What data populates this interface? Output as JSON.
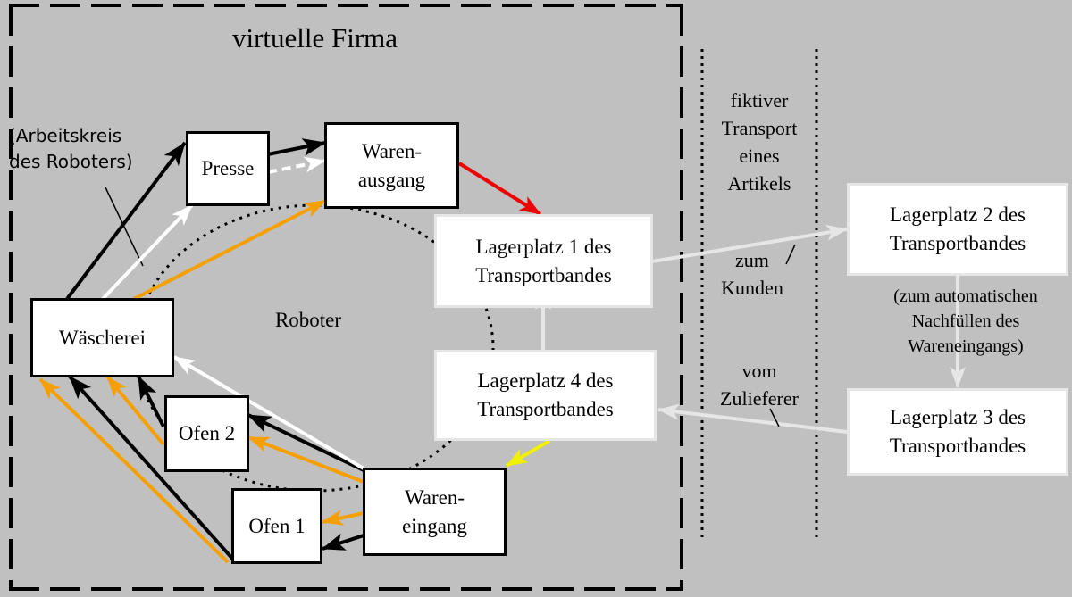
{
  "title": "virtuelle Firma",
  "robot_label": "Roboter",
  "work_circle_label": "(Arbeitskreis\ndes Roboters)",
  "nodes": {
    "presse": "Presse",
    "warenausgang": "Waren-\nausgang",
    "waescherei": "Wäscherei",
    "ofen2": "Ofen 2",
    "ofen1": "Ofen 1",
    "wareneingang": "Waren-\neingang",
    "lagerplatz1": "Lagerplatz 1 des\nTransportbandes",
    "lagerplatz4": "Lagerplatz 4 des\nTransportbandes",
    "lagerplatz2": "Lagerplatz 2 des\nTransportbandes",
    "lagerplatz3": "Lagerplatz 3 des\nTransportbandes"
  },
  "transport_label": "fiktiver\nTransport\neines\nArtikels",
  "to_customer": "zum\nKunden",
  "from_supplier": "vom\nZulieferer",
  "refill_note": "(zum automatischen\nNachfüllen des\nWareneingangs)",
  "colors": {
    "background": "#c0c0c0",
    "black_flow": "#000000",
    "white_flow": "#ffffff",
    "orange_flow": "#f5a000",
    "red_flow": "#ee0000",
    "yellow_flow": "#f0f000",
    "conveyor_flow": "#e6e6e6"
  }
}
